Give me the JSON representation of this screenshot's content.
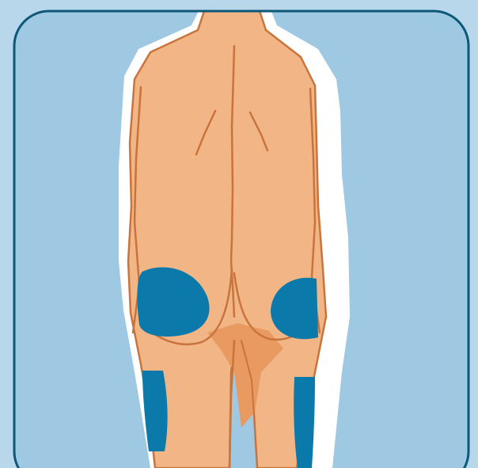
{
  "colors": {
    "outer_background": "#b9d7ea",
    "panel_fill": "#9fc8e2",
    "panel_border": "#0d5878",
    "skin": "#f2b686",
    "skin_shadow": "#e99a61",
    "outline": "#c8743c",
    "highlight": "#ffffff",
    "injection_site": "#0b79a9"
  },
  "figure": {
    "view": "back",
    "injection_sites": [
      {
        "name": "left-buttock-site",
        "shape": "oval"
      },
      {
        "name": "right-buttock-site",
        "shape": "oval"
      },
      {
        "name": "left-thigh-site",
        "shape": "rectangle"
      },
      {
        "name": "right-thigh-site",
        "shape": "rectangle"
      }
    ]
  }
}
